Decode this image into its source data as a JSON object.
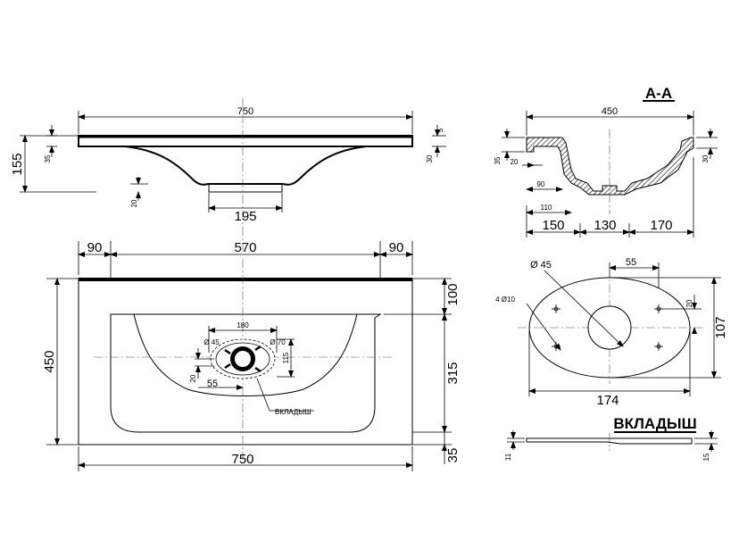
{
  "titles": {
    "section": "А-А",
    "insert": "ВКЛАДЫШ"
  },
  "side_view": {
    "overall_width": "750",
    "overall_height": "155",
    "rim_thickness": "35",
    "rim_top": "5",
    "rim_right": "30",
    "drain_depth": "20",
    "drain_width": "195"
  },
  "section_view": {
    "width": "450",
    "left_rim": "35",
    "right_rim": "30",
    "offset_20": "20",
    "offset_90": "90",
    "offset_110": "110",
    "seg_150": "150",
    "seg_130": "130",
    "seg_170": "170"
  },
  "top_view": {
    "left_margin": "90",
    "bowl_width": "570",
    "right_margin": "90",
    "total_width": "750",
    "depth": "450",
    "front_100": "100",
    "bowl_315": "315",
    "back_35": "35",
    "hole_spacing": "180",
    "hole_d45": "Ø 45",
    "hole_d70": "Ø 70",
    "insert_115": "115",
    "insert_20": "20",
    "insert_55": "55",
    "insert_label": "ВКЛАДЫШ"
  },
  "insert_view": {
    "hole_d45": "Ø 45",
    "spacing_55": "55",
    "holes_4d10": "4 Ø10",
    "offset_20": "20",
    "height_107": "107",
    "width_174": "174",
    "thickness_11": "11",
    "thickness_15": "15"
  }
}
